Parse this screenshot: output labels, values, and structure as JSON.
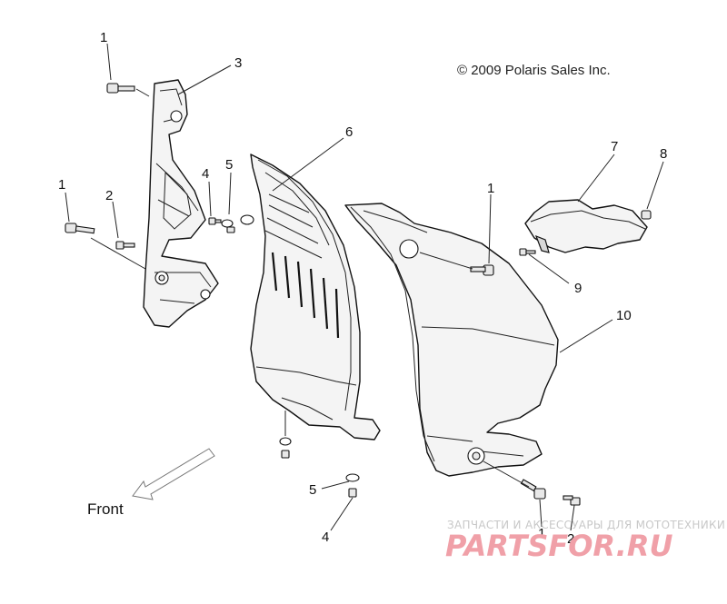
{
  "copyright": "© 2009 Polaris Sales Inc.",
  "front_label": "Front",
  "callouts": [
    "1",
    "3",
    "1",
    "2",
    "4",
    "5",
    "6",
    "7",
    "8",
    "1",
    "9",
    "10",
    "5",
    "4",
    "1",
    "2"
  ],
  "watermark": {
    "tagline": "ЗАПЧАСТИ И АКСЕССУАРЫ ДЛЯ МОТОТЕХНИКИ",
    "logo": "PARTSFOR.RU"
  }
}
